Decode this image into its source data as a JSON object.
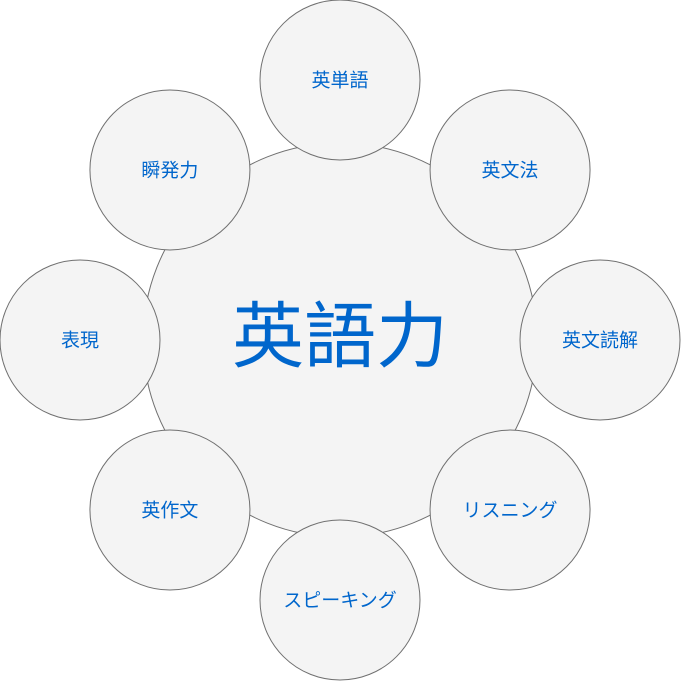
{
  "colors": {
    "fill": "#f4f4f4",
    "stroke": "#707070",
    "text": "#0066cc"
  },
  "center": {
    "label": "英語力"
  },
  "nodes": [
    {
      "label": "英単語"
    },
    {
      "label": "英文法"
    },
    {
      "label": "英文読解"
    },
    {
      "label": "リスニング"
    },
    {
      "label": "スピーキング"
    },
    {
      "label": "英作文"
    },
    {
      "label": "表現"
    },
    {
      "label": "瞬発力"
    }
  ]
}
